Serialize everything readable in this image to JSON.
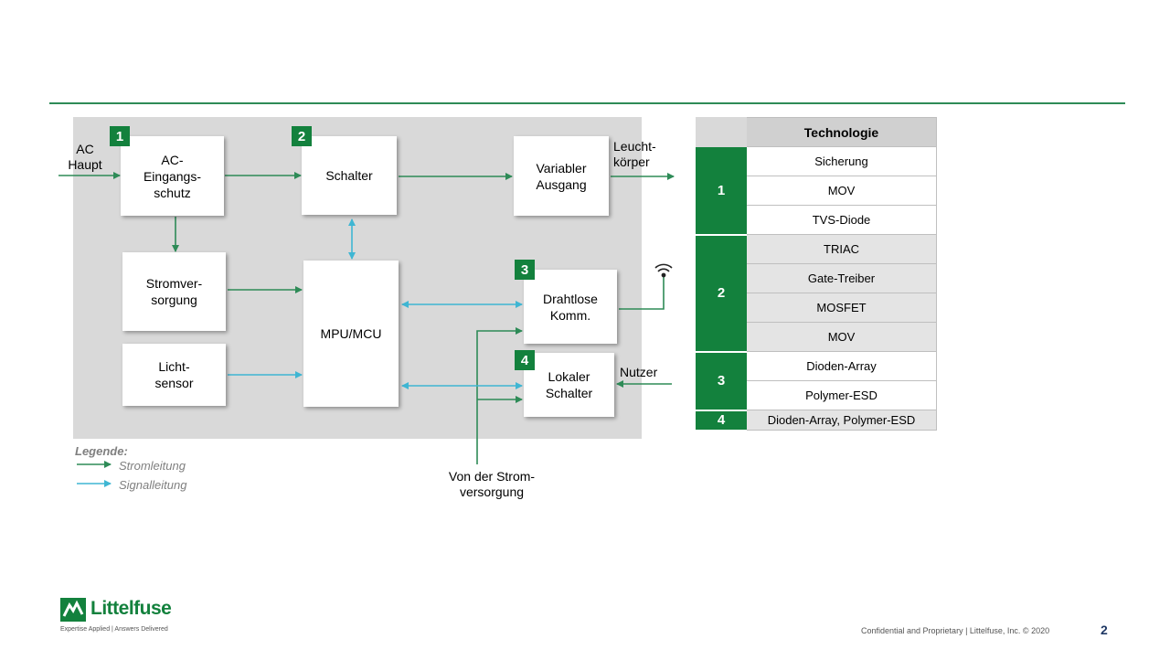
{
  "diagram": {
    "blocks": {
      "ac_input": "AC-\nEingangs-\nschutz",
      "switch": "Schalter",
      "variable_output": "Variabler\nAusgang",
      "power_supply": "Stromver-\nsorgung",
      "mcu": "MPU/MCU",
      "light_sensor": "Licht-\nsensor",
      "wireless": "Drahtlose\nKomm.",
      "local_switch": "Lokaler\nSchalter"
    },
    "badges": [
      "1",
      "2",
      "3",
      "4"
    ],
    "labels": {
      "ac_main": "AC\nHaupt",
      "luminaire": "Leucht-\nkörper",
      "user": "Nutzer",
      "from_power": "Von der Strom-\nversorgung"
    },
    "legend": {
      "title": "Legende:",
      "power_line": "Stromleitung",
      "signal_line": "Signalleitung"
    },
    "colors": {
      "power_line": "#2e8b57",
      "signal_line": "#3fb6d3",
      "badge": "#13813d"
    },
    "icons": [
      "wifi-icon"
    ]
  },
  "table": {
    "header": "Technologie",
    "groups": [
      {
        "id": "1",
        "items": [
          "Sicherung",
          "MOV",
          "TVS-Diode"
        ]
      },
      {
        "id": "2",
        "items": [
          "TRIAC",
          "Gate-Treiber",
          "MOSFET",
          "MOV"
        ]
      },
      {
        "id": "3",
        "items": [
          "Dioden-Array",
          "Polymer-ESD"
        ]
      },
      {
        "id": "4",
        "items": [
          "Dioden-Array, Polymer-ESD"
        ]
      }
    ]
  },
  "footer": {
    "logo_name": "Littelfuse",
    "logo_tagline": "Expertise Applied | Answers Delivered",
    "confidential": "Confidential and Proprietary | Littelfuse, Inc. © 2020",
    "page": "2"
  }
}
